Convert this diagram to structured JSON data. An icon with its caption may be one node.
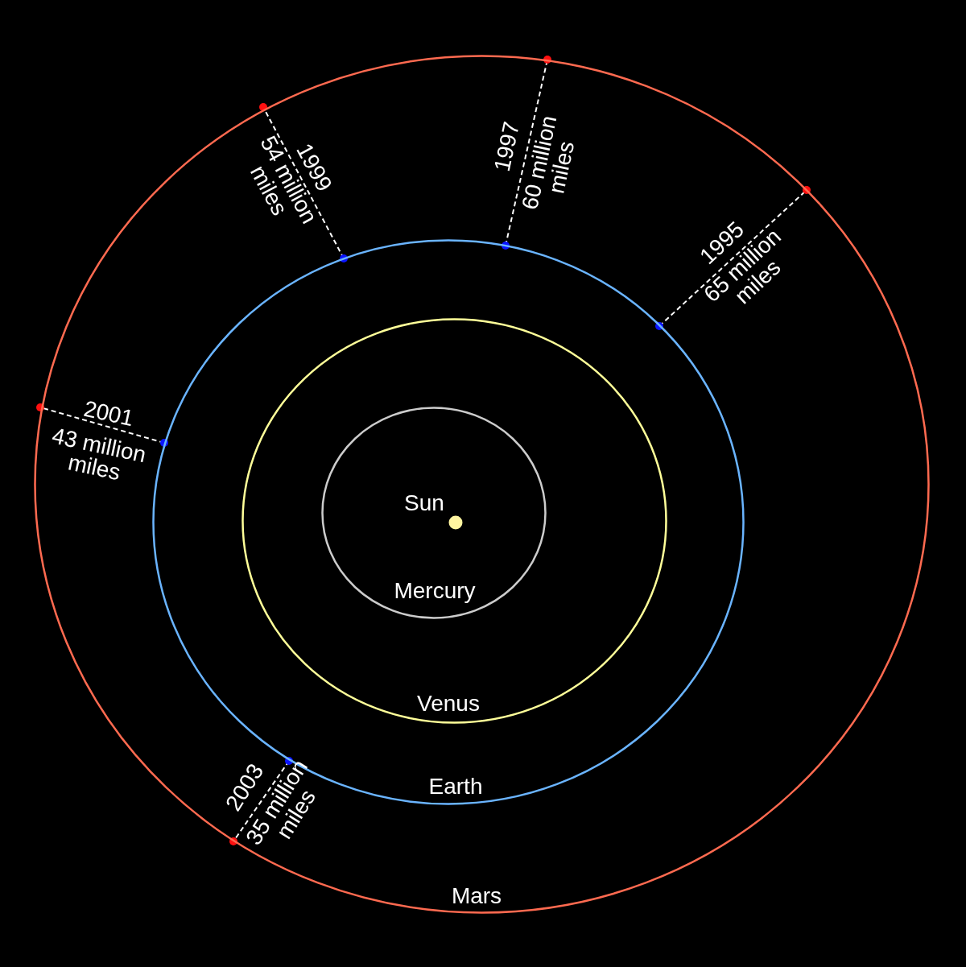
{
  "diagram": {
    "nodes": [
      {
        "text": [
          "Mars"
        ]
      },
      {
        "text": [
          "Earth"
        ],
        "in": 0
      },
      {
        "text": [
          "Venus"
        ],
        "in": 1
      },
      {
        "text": [
          "Mercury"
        ],
        "in": 2
      },
      {
        "text": [
          "Sun"
        ],
        "in": 3
      }
    ],
    "labels": [
      "1997",
      "60 million miles",
      "1999",
      "54 million miles",
      "1995",
      "65 million miles",
      "2001",
      "43 million miles",
      "2003",
      "35 million miles"
    ]
  }
}
